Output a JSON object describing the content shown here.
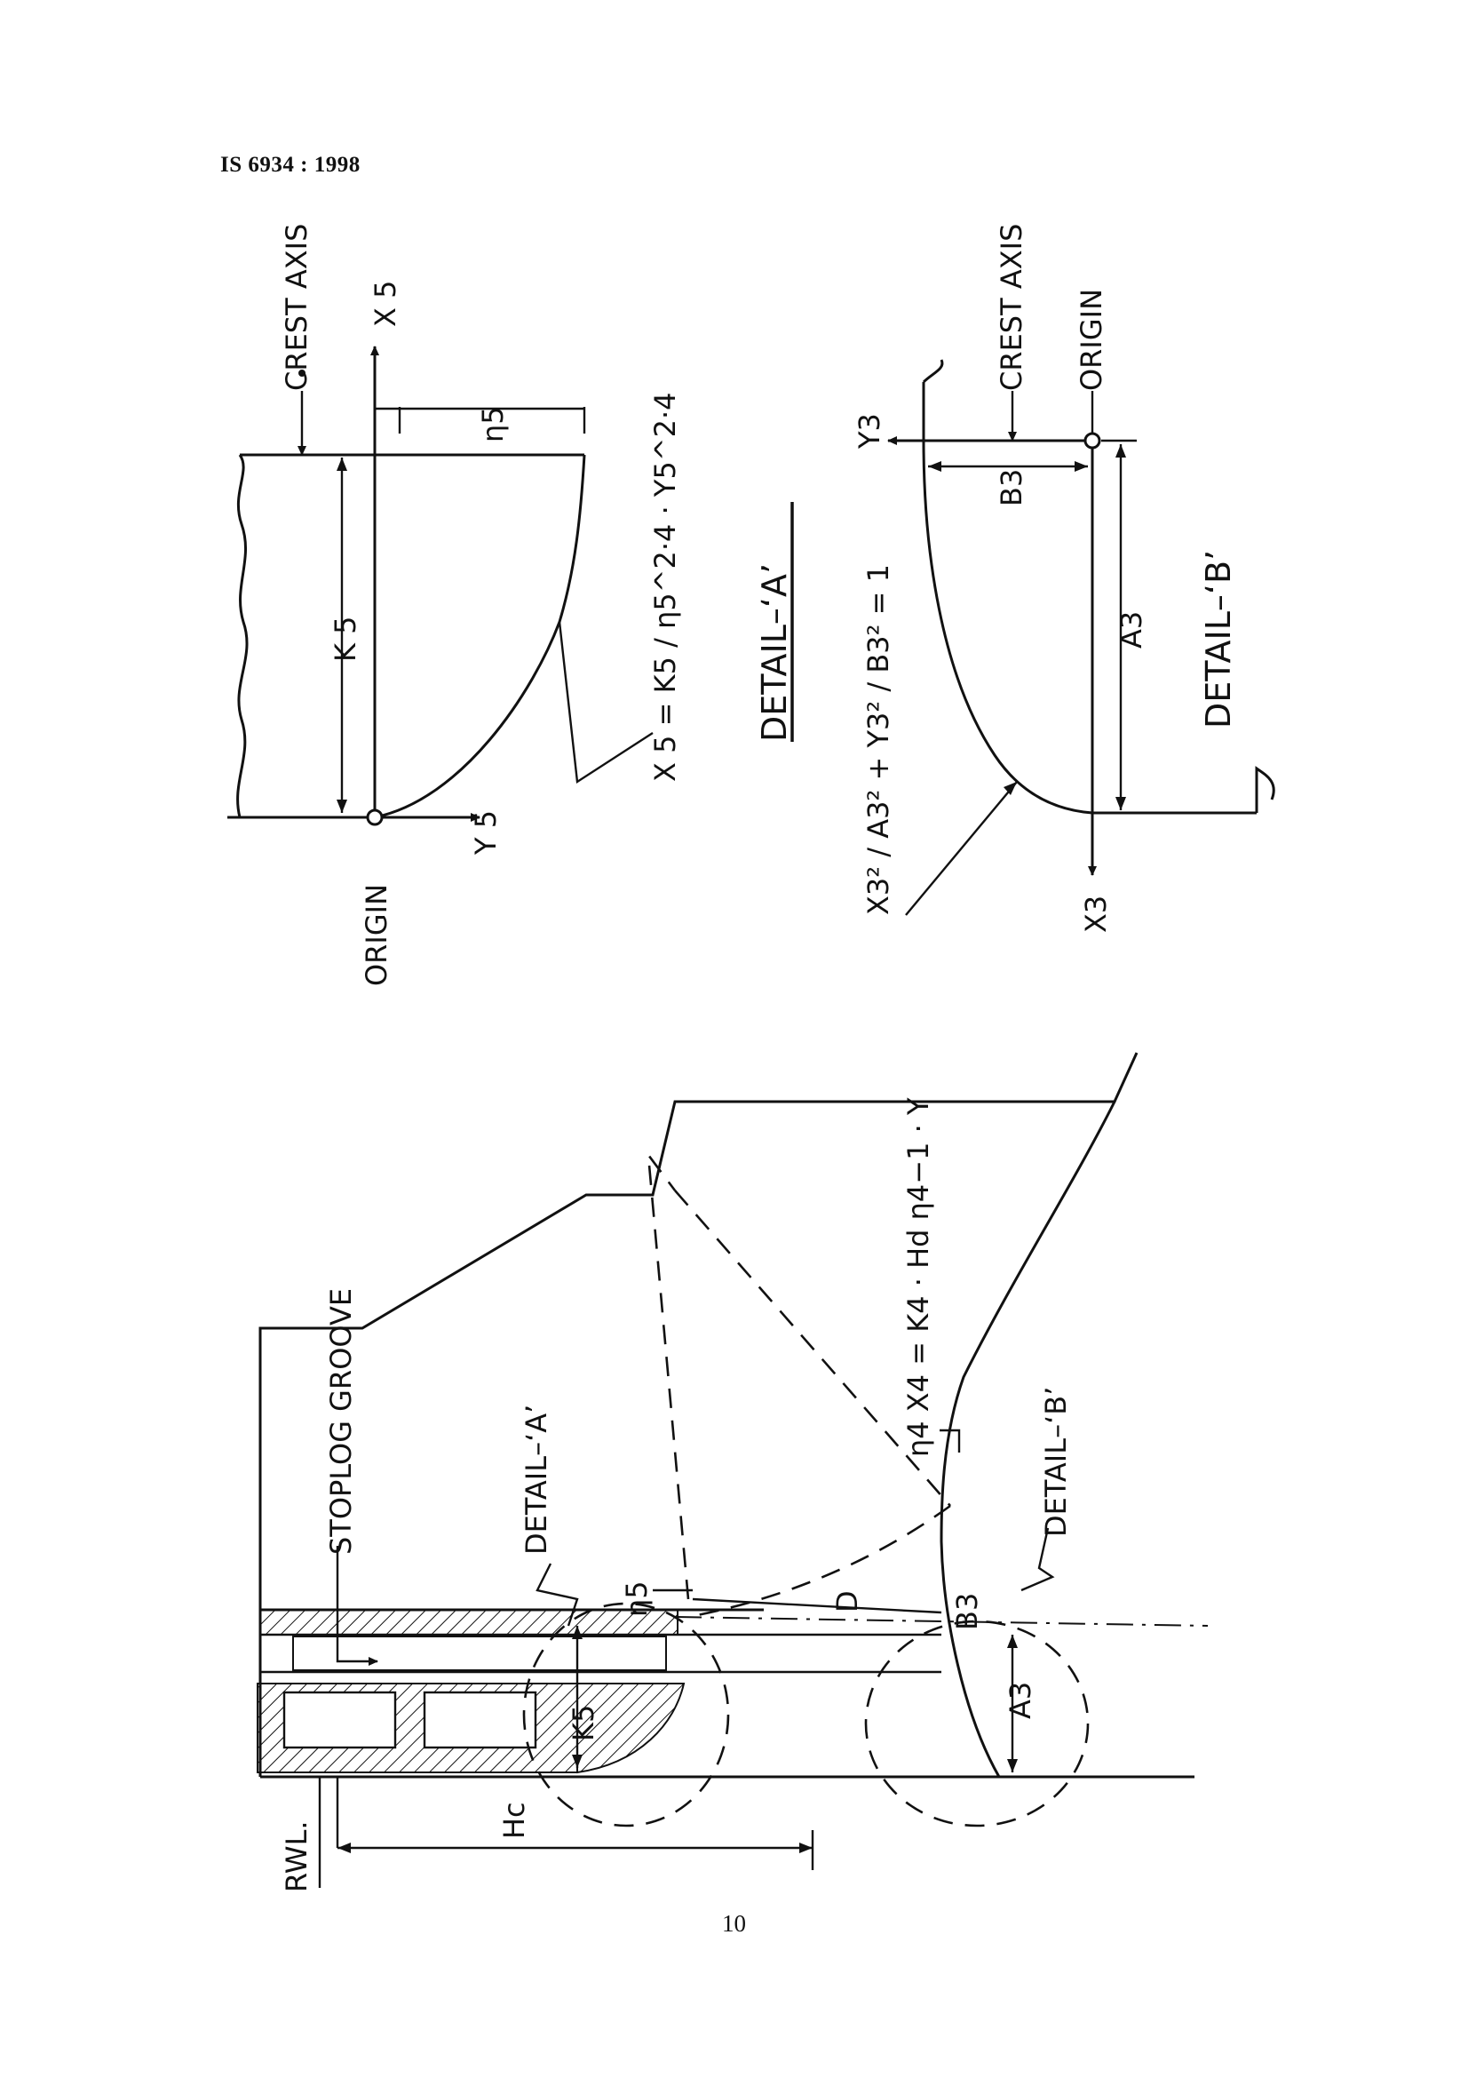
{
  "page": {
    "header": "IS 6934 : 1998",
    "page_number": "10"
  },
  "detail_a": {
    "title": "DETAIL–‘A’",
    "crest_axis_label": "CREST AXIS",
    "origin_label": "ORIGIN",
    "x_axis": "X 5",
    "y_axis": "Y 5",
    "dim_k": "K 5",
    "dim_eta": "η5",
    "equation": "X 5 = K5 / η5^2·4 · Y5^2·4"
  },
  "detail_b": {
    "title": "DETAIL–‘B’",
    "crest_axis_label": "CREST AXIS",
    "origin_label": "ORIGIN",
    "x_axis": "X3",
    "y_axis": "Y3",
    "dim_a": "A3",
    "dim_b": "B3",
    "equation": "X3² / A3² + Y3² / B3² = 1"
  },
  "main_view": {
    "rwl_label": "RWL.",
    "hc_label": "Hc",
    "stoplog_label": "STOPLOG GROOVE",
    "detail_a_callout": "DETAIL–‘A’",
    "detail_b_callout": "DETAIL–‘B’",
    "dim_k5": "K5",
    "dim_eta5": "η5",
    "dim_d": "D",
    "dim_b3": "B3",
    "dim_a3": "A3",
    "equation": "η4 X4 = K4 · Hd η4−1 · Y"
  }
}
